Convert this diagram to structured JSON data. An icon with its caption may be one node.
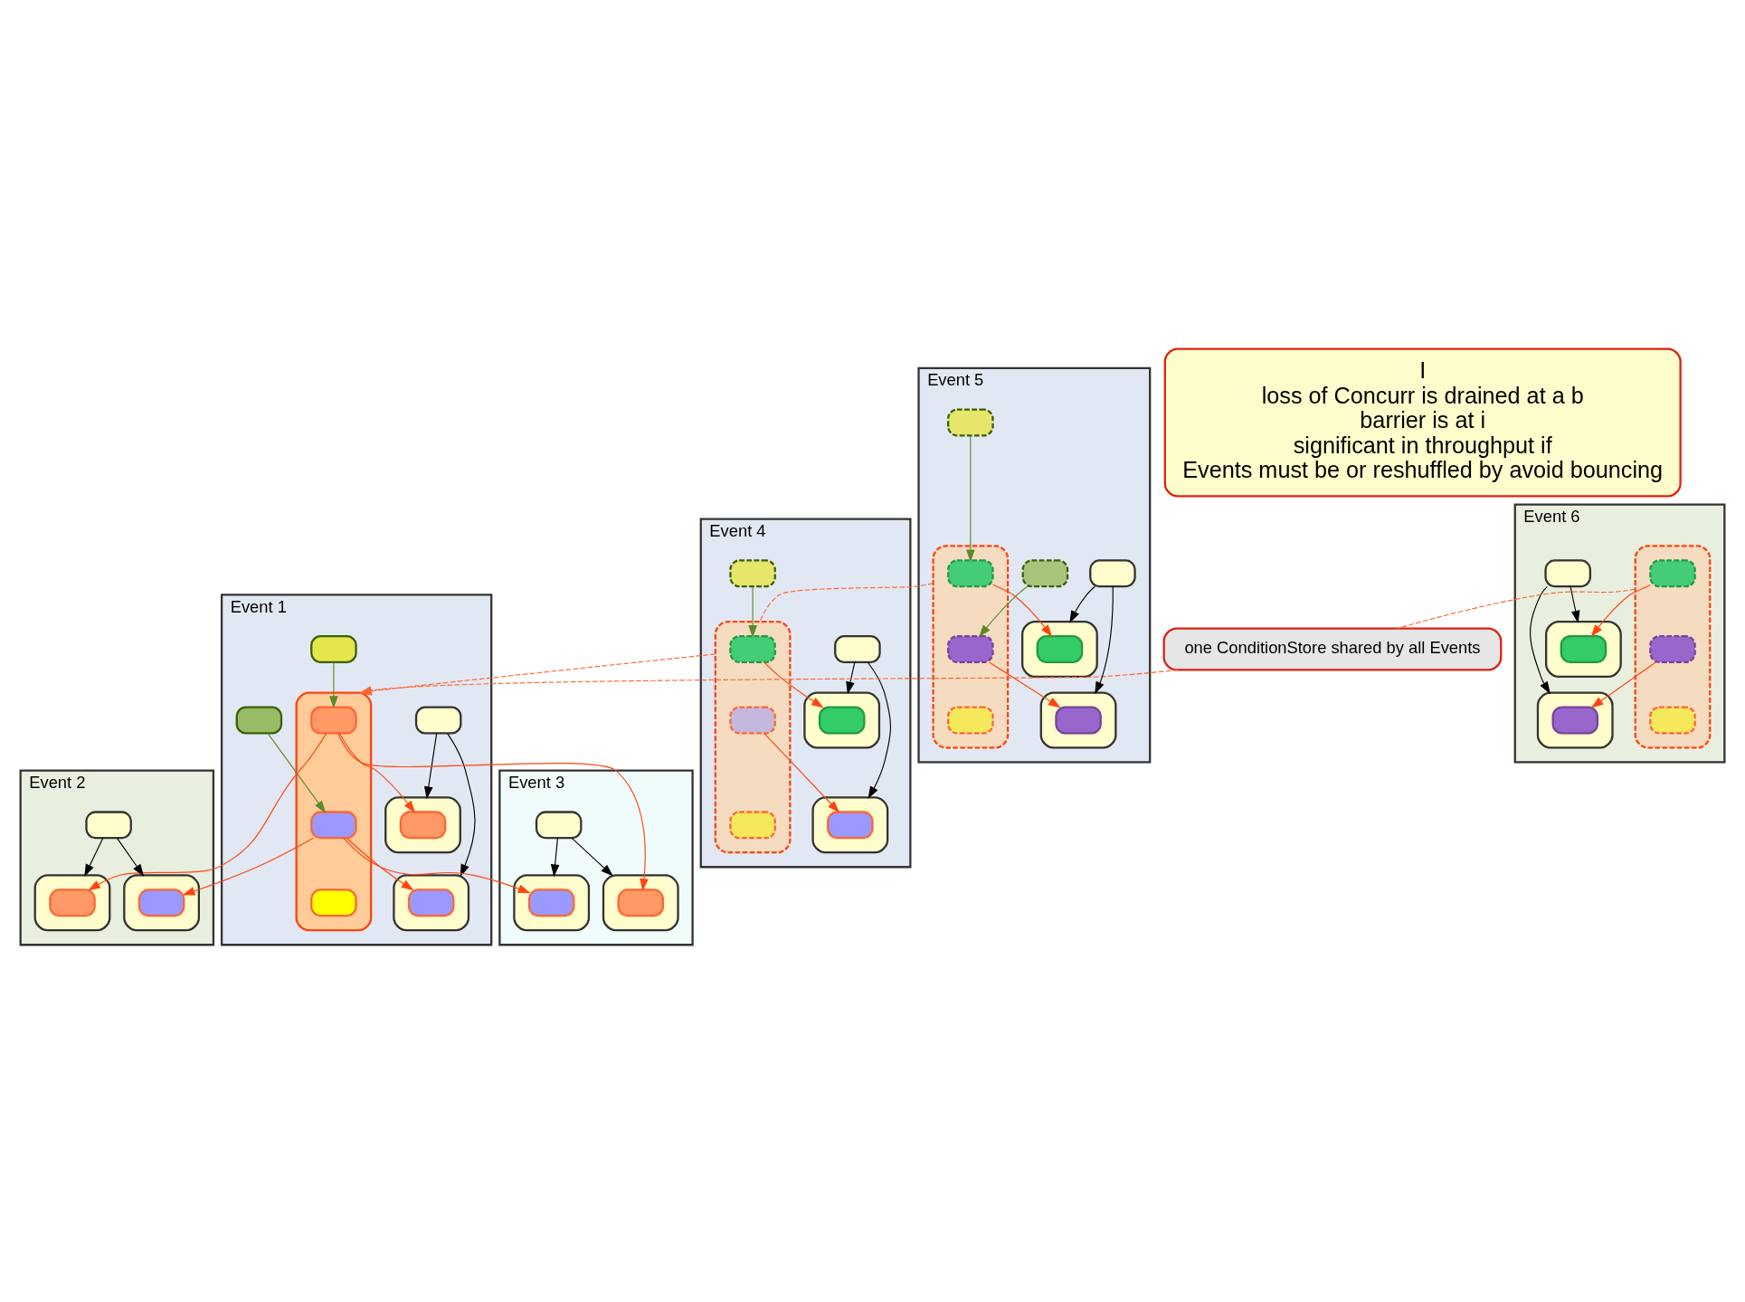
{
  "diagram": {
    "nodes": [
      {
        "text": [
          "Event 1"
        ]
      },
      {
        "text": [],
        "shape": "box",
        "in": 0
      },
      {
        "text": [],
        "shape": "box",
        "in": 0
      },
      {
        "text": [],
        "shape": "box",
        "in": 0
      },
      {
        "text": [],
        "shape": "box",
        "in": 2
      },
      {
        "text": [],
        "shape": "box",
        "in": 3
      },
      {
        "text": [],
        "shape": "box",
        "in": 0
      },
      {
        "text": [],
        "shape": "box",
        "in": 0
      },
      {
        "text": [],
        "shape": "box",
        "in": 0
      },
      {
        "text": [],
        "shape": "box",
        "in": 8
      },
      {
        "text": [],
        "shape": "box",
        "in": 8
      },
      {
        "text": [],
        "shape": "box",
        "in": 8
      },
      {
        "text": [
          "Event 2"
        ]
      },
      {
        "text": [],
        "shape": "box",
        "in": 12
      },
      {
        "text": [],
        "shape": "box",
        "in": 12
      },
      {
        "text": [],
        "shape": "box",
        "in": 12
      },
      {
        "text": [],
        "shape": "box",
        "in": 14
      },
      {
        "text": [],
        "shape": "box",
        "in": 15
      },
      {
        "text": [
          "Event 3"
        ]
      },
      {
        "text": [],
        "shape": "box",
        "in": 18
      },
      {
        "text": [],
        "shape": "box",
        "in": 18
      },
      {
        "text": [],
        "shape": "box",
        "in": 18
      },
      {
        "text": [],
        "shape": "box",
        "in": 20
      },
      {
        "text": [],
        "shape": "box",
        "in": 21
      },
      {
        "text": [
          "Event 4"
        ]
      },
      {
        "text": [],
        "shape": "box",
        "in": 24
      },
      {
        "text": [],
        "shape": "box",
        "in": 24
      },
      {
        "text": [],
        "shape": "box",
        "in": 24
      },
      {
        "text": [],
        "shape": "box",
        "in": 26
      },
      {
        "text": [],
        "shape": "box",
        "in": 27
      },
      {
        "text": [],
        "shape": "box",
        "in": 24
      },
      {
        "text": [],
        "shape": "box",
        "in": 24
      },
      {
        "text": [],
        "shape": "box",
        "in": 31
      },
      {
        "text": [],
        "shape": "box",
        "in": 31
      },
      {
        "text": [],
        "shape": "box",
        "in": 31
      },
      {
        "text": [
          "one ConditionStore shared by all Events"
        ]
      },
      {
        "text": [
          "Event 5"
        ]
      },
      {
        "text": [],
        "shape": "box",
        "in": 36
      },
      {
        "text": [],
        "shape": "box",
        "in": 36
      },
      {
        "text": [],
        "shape": "box",
        "in": 36
      },
      {
        "text": [],
        "shape": "box",
        "in": 38
      },
      {
        "text": [],
        "shape": "box",
        "in": 39
      },
      {
        "text": [],
        "shape": "box",
        "in": 36
      },
      {
        "text": [],
        "shape": "box",
        "in": 36
      },
      {
        "text": [],
        "shape": "box",
        "in": 36
      },
      {
        "text": [],
        "shape": "box",
        "in": 44
      },
      {
        "text": [],
        "shape": "box",
        "in": 44
      },
      {
        "text": [],
        "shape": "box",
        "in": 44
      },
      {
        "text": [
          "Event 6"
        ]
      },
      {
        "text": [],
        "shape": "box",
        "in": 48
      },
      {
        "text": [],
        "shape": "box",
        "in": 48
      },
      {
        "text": [],
        "shape": "box",
        "in": 48
      },
      {
        "text": [],
        "shape": "box",
        "in": 50
      },
      {
        "text": [],
        "shape": "box",
        "in": 51
      },
      {
        "text": [],
        "shape": "box",
        "in": 48
      },
      {
        "text": [],
        "shape": "box",
        "in": 54
      },
      {
        "text": [],
        "shape": "box",
        "in": 54
      },
      {
        "text": [],
        "shape": "box",
        "in": 54
      },
      {
        "text": [
          "I",
          "loss of Concurr is drained at a b",
          "barrier is at i",
          "significant in throughput if",
          "Events must be or reshuffled by avoid bouncing"
        ]
      }
    ],
    "edges": [
      {
        "from": 1,
        "to": 2,
        "arrow": "to",
        "color": "#000000"
      },
      {
        "from": 1,
        "to": 3,
        "arrow": "to",
        "color": "#000000"
      },
      {
        "from": 6,
        "to": 10,
        "arrow": "to",
        "color": "#5a8a2a"
      },
      {
        "from": 7,
        "to": 9,
        "arrow": "to",
        "color": "#5a8a2a"
      },
      {
        "from": 9,
        "to": 4,
        "arrow": "to",
        "color": "#ff4411"
      },
      {
        "from": 10,
        "to": 5,
        "arrow": "to",
        "color": "#ff4411"
      },
      {
        "from": 9,
        "to": 16,
        "arrow": "to",
        "color": "#ff4411"
      },
      {
        "from": 10,
        "to": 17,
        "arrow": "to",
        "color": "#ff4411"
      },
      {
        "from": 9,
        "to": 22,
        "arrow": "to",
        "color": "#ff4411"
      },
      {
        "from": 10,
        "to": 23,
        "arrow": "to",
        "color": "#ff4411"
      },
      {
        "from": 13,
        "to": 14,
        "arrow": "to",
        "color": "#000000"
      },
      {
        "from": 13,
        "to": 15,
        "arrow": "to",
        "color": "#000000"
      },
      {
        "from": 19,
        "to": 20,
        "arrow": "to",
        "color": "#000000"
      },
      {
        "from": 19,
        "to": 21,
        "arrow": "to",
        "color": "#000000"
      },
      {
        "from": 25,
        "to": 26,
        "arrow": "to",
        "color": "#000000"
      },
      {
        "from": 25,
        "to": 27,
        "arrow": "to",
        "color": "#000000"
      },
      {
        "from": 30,
        "to": 32,
        "arrow": "to",
        "color": "#5a8a2a"
      },
      {
        "from": 32,
        "to": 28,
        "arrow": "to",
        "color": "#ff4411"
      },
      {
        "from": 33,
        "to": 29,
        "arrow": "to",
        "color": "#ff4411"
      },
      {
        "from": 31,
        "to": 8,
        "arrow": "to",
        "style": "dashed",
        "color": "#ff6633"
      },
      {
        "from": 35,
        "to": 8,
        "arrow": "to",
        "style": "dashed",
        "color": "#ff6633"
      },
      {
        "from": 37,
        "to": 38,
        "arrow": "to",
        "color": "#000000"
      },
      {
        "from": 37,
        "to": 39,
        "arrow": "to",
        "color": "#000000"
      },
      {
        "from": 42,
        "to": 46,
        "arrow": "to",
        "color": "#5a8a2a"
      },
      {
        "from": 43,
        "to": 45,
        "arrow": "to",
        "color": "#5a8a2a"
      },
      {
        "from": 45,
        "to": 40,
        "arrow": "to",
        "color": "#ff4411"
      },
      {
        "from": 46,
        "to": 41,
        "arrow": "to",
        "color": "#ff4411"
      },
      {
        "from": 44,
        "to": 31,
        "arrow": "none",
        "style": "dashed",
        "color": "#ff6633"
      },
      {
        "from": 49,
        "to": 50,
        "arrow": "to",
        "color": "#000000"
      },
      {
        "from": 49,
        "to": 51,
        "arrow": "to",
        "color": "#000000"
      },
      {
        "from": 55,
        "to": 52,
        "arrow": "to",
        "color": "#ff4411"
      },
      {
        "from": 56,
        "to": 53,
        "arrow": "to",
        "color": "#ff4411"
      },
      {
        "from": 54,
        "to": 35,
        "arrow": "none",
        "style": "dashed",
        "color": "#ff6633"
      }
    ]
  }
}
